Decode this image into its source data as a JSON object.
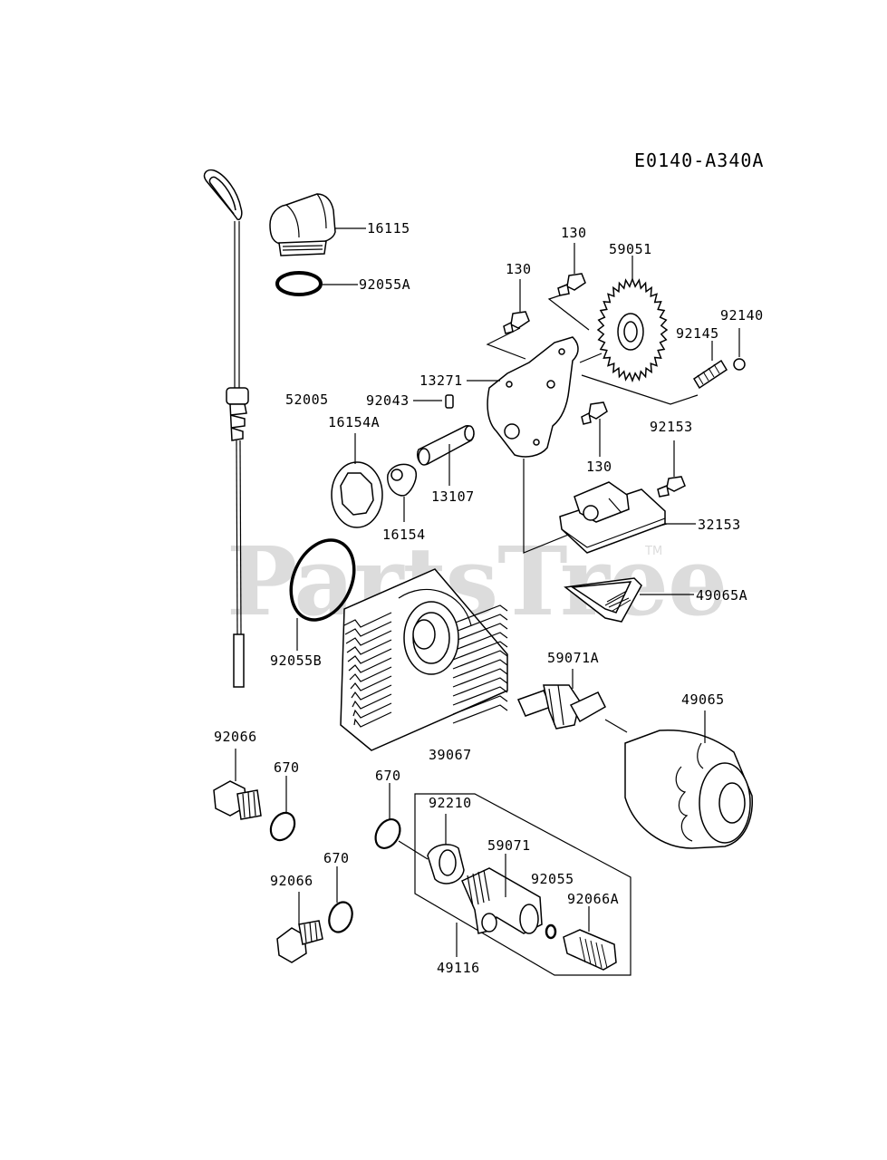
{
  "diagram": {
    "title": "E0140-A340A",
    "watermark": "PartsTree",
    "watermark_mark": "TM",
    "labels": {
      "p16115": "16115",
      "p92055A": "92055A",
      "p130_a": "130",
      "p130_b": "130",
      "p130_c": "130",
      "p59051": "59051",
      "p92140": "92140",
      "p92145": "92145",
      "p13271": "13271",
      "p52005": "52005",
      "p92043": "92043",
      "p16154A": "16154A",
      "p13107": "13107",
      "p92153": "92153",
      "p16154": "16154",
      "p32153": "32153",
      "p49065A": "49065A",
      "p92055B": "92055B",
      "p59071A": "59071A",
      "p49065": "49065",
      "p92066_a": "92066",
      "p670_a": "670",
      "p39067": "39067",
      "p670_b": "670",
      "p92210": "92210",
      "p59071": "59071",
      "p92055": "92055",
      "p670_c": "670",
      "p92066_b": "92066",
      "p92066A": "92066A",
      "p49116": "49116"
    }
  }
}
